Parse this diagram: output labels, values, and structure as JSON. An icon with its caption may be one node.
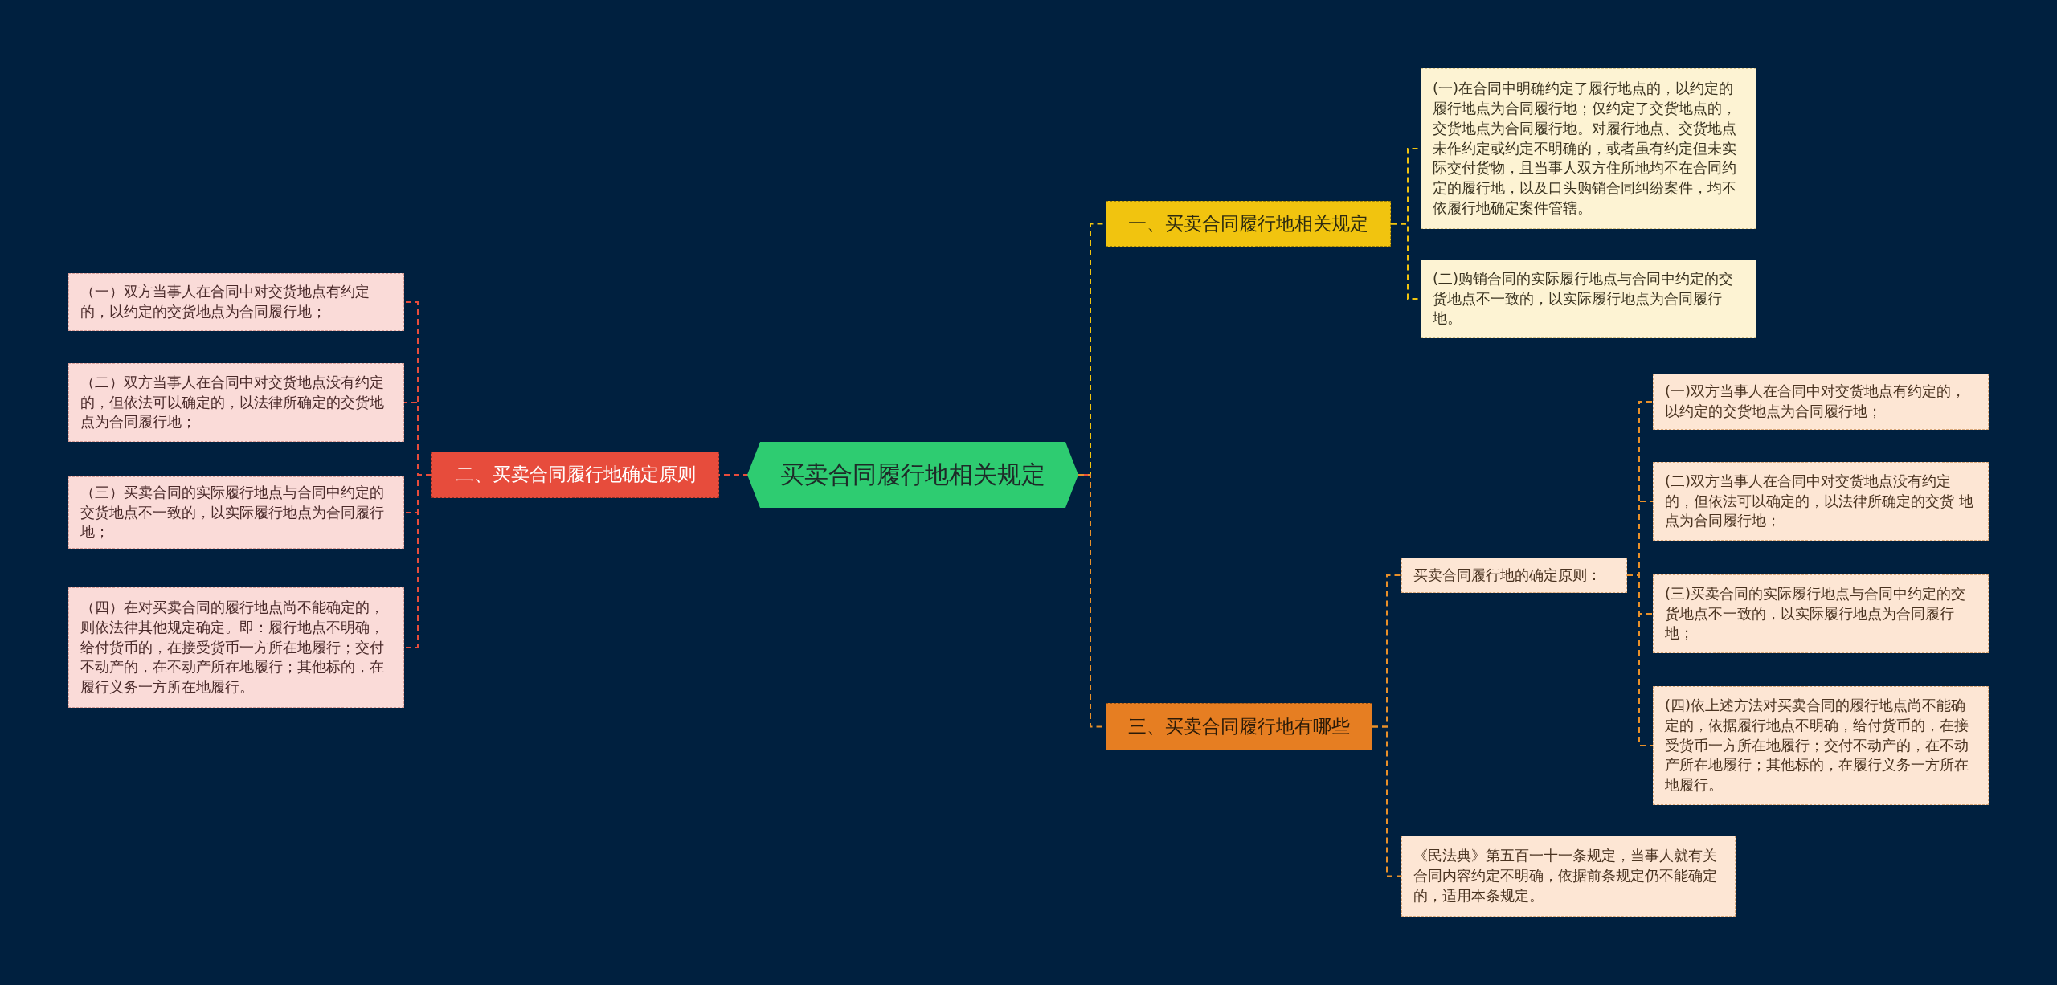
{
  "diagram": {
    "nodes": [
      {
        "text": [
          "买卖合同履行地相关规定"
        ]
      },
      {
        "text": [
          "一、买卖合同履行地相关规定"
        ]
      },
      {
        "text": [
          "(一)在合同中明确约定了履行地点的，以约定的履行地点为合同履行地；仅约定了交货地点的，交货地点为合同履行地。对履行地点、交货地点未作约定或约定不明确的，或者虽有约定但未实际交付货物，且当事人双方住所地均不在合同约定的履行地，以及口头购销合同纠纷案件，均不依履行地确定案件管辖。"
        ]
      },
      {
        "text": [
          "(二)购销合同的实际履行地点与合同中约定的交货地点不一致的，以实际履行地点为合同履行地。"
        ]
      },
      {
        "text": [
          "二、买卖合同履行地确定原则"
        ]
      },
      {
        "text": [
          "（一）双方当事人在合同中对交货地点有约定的，以约定的交货地点为合同履行地；"
        ]
      },
      {
        "text": [
          "（二）双方当事人在合同中对交货地点没有约定的，但依法可以确定的，以法律所确定的交货地点为合同履行地；"
        ]
      },
      {
        "text": [
          "（三）买卖合同的实际履行地点与合同中约定的交货地点不一致的，以实际履行地点为合同履行地；"
        ]
      },
      {
        "text": [
          "（四）在对买卖合同的履行地点尚不能确定的，则依法律其他规定确定。即：履行地点不明确，给付货币的，在接受货币一方所在地履行；交付不动产的，在不动产所在地履行；其他标的，在履行义务一方所在地履行。"
        ]
      },
      {
        "text": [
          "三、买卖合同履行地有哪些"
        ]
      },
      {
        "text": [
          "买卖合同履行地的确定原则："
        ]
      },
      {
        "text": [
          "(一)双方当事人在合同中对交货地点有约定的，以约定的交货地点为合同履行地；"
        ]
      },
      {
        "text": [
          "(二)双方当事人在合同中对交货地点没有约定的，但依法可以确定的，以法律所确定的交货 地点为合同履行地；"
        ]
      },
      {
        "text": [
          "(三)买卖合同的实际履行地点与合同中约定的交货地点不一致的，以实际履行地点为合同履行地；"
        ]
      },
      {
        "text": [
          "(四)依上述方法对买卖合同的履行地点尚不能确定的，依据履行地点不明确，给付货币的，在接受货币一方所在地履行；交付不动产的，在不动产所在地履行；其他标的，在履行义务一方所在地履行。"
        ]
      },
      {
        "text": [
          "《民法典》第五百一十一条规定，当事人就有关合同内容约定不明确，依据前条规定仍不能确定的，适用本条规定。"
        ]
      }
    ],
    "edges": [
      {
        "from": 0,
        "to": 1,
        "arrow": "none",
        "color": "#f1c40f"
      },
      {
        "from": 0,
        "to": 4,
        "arrow": "none",
        "color": "#e74c3c"
      },
      {
        "from": 0,
        "to": 9,
        "arrow": "none"
      },
      {
        "from": 1,
        "to": 2,
        "arrow": "none",
        "color": "#f1c40f"
      },
      {
        "from": 1,
        "to": 3,
        "arrow": "none",
        "color": "#f1c40f"
      },
      {
        "from": 4,
        "to": 5,
        "arrow": "none",
        "color": "#e74c3c"
      },
      {
        "from": 4,
        "to": 6,
        "arrow": "none",
        "color": "#e74c3c"
      },
      {
        "from": 4,
        "to": 7,
        "arrow": "none",
        "color": "#e74c3c"
      },
      {
        "from": 4,
        "to": 8,
        "arrow": "none",
        "color": "#e74c3c"
      },
      {
        "from": 9,
        "to": 10,
        "arrow": "none"
      },
      {
        "from": 9,
        "to": 15,
        "arrow": "none"
      },
      {
        "from": 10,
        "to": 11,
        "arrow": "none"
      },
      {
        "from": 10,
        "to": 12,
        "arrow": "none"
      },
      {
        "from": 10,
        "to": 13,
        "arrow": "none"
      },
      {
        "from": 10,
        "to": 14,
        "arrow": "none"
      }
    ]
  }
}
